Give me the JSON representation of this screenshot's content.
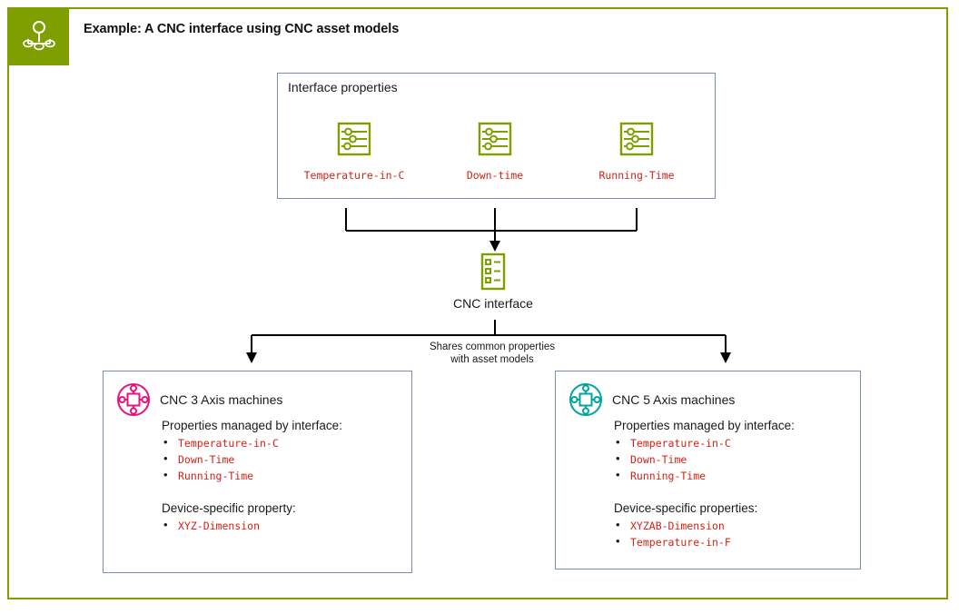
{
  "header": {
    "title": "Example: A CNC interface using CNC asset models",
    "badge_icon": "hierarchy-icon",
    "badge_color": "#7f9e00"
  },
  "colors": {
    "frame": "#7f9e00",
    "box_border": "#7c8db5",
    "icon_olive": "#7f9e00",
    "property_text": "#d62114",
    "label_text": "#1a1a1a",
    "connector": "#000000",
    "leaf_left_icon": "#e8127f",
    "leaf_right_icon": "#00a59b"
  },
  "interface_box": {
    "title": "Interface properties",
    "properties": [
      {
        "label": "Temperature-in-C",
        "icon": "sliders-icon"
      },
      {
        "label": "Down-time",
        "icon": "sliders-icon"
      },
      {
        "label": "Running-Time",
        "icon": "sliders-icon"
      }
    ]
  },
  "interface_node": {
    "label": "CNC interface",
    "icon": "checklist-icon"
  },
  "edge_caption": {
    "line1": "Shares common properties",
    "line2": "with asset models"
  },
  "asset_models": [
    {
      "title": "CNC 3 Axis machines",
      "icon": "machine-node-icon",
      "icon_color": "#e8127f",
      "managed_label": "Properties managed by interface:",
      "managed_properties": [
        "Temperature-in-C",
        "Down-Time",
        "Running-Time"
      ],
      "specific_label": "Device-specific property:",
      "specific_properties": [
        "XYZ-Dimension"
      ]
    },
    {
      "title": "CNC 5 Axis machines",
      "icon": "machine-node-icon",
      "icon_color": "#00a59b",
      "managed_label": "Properties managed by interface:",
      "managed_properties": [
        "Temperature-in-C",
        "Down-Time",
        "Running-Time"
      ],
      "specific_label": "Device-specific properties:",
      "specific_properties": [
        "XYZAB-Dimension",
        "Temperature-in-F"
      ]
    }
  ]
}
